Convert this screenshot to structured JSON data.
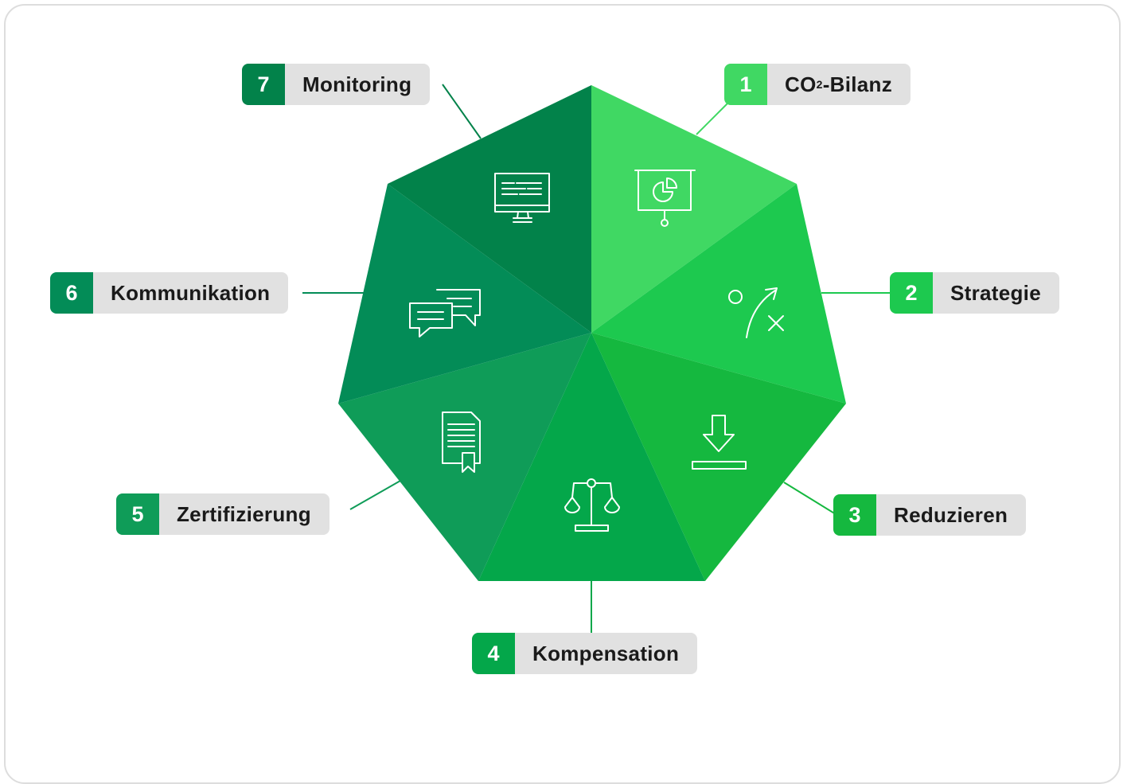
{
  "diagram": {
    "segments": [
      {
        "number": "1",
        "label": "CO",
        "label_sub": "2",
        "label_suffix": "-Bilanz",
        "color": "#40d863",
        "icon": "presentation-chart-icon"
      },
      {
        "number": "2",
        "label": "Strategie",
        "color": "#1dc94f",
        "icon": "strategy-play-icon"
      },
      {
        "number": "3",
        "label": "Reduzieren",
        "color": "#15b83f",
        "icon": "download-arrow-icon"
      },
      {
        "number": "4",
        "label": "Kompensation",
        "color": "#04a74a",
        "icon": "balance-scale-icon"
      },
      {
        "number": "5",
        "label": "Zertifizierung",
        "color": "#0f9c58",
        "icon": "certificate-icon"
      },
      {
        "number": "6",
        "label": "Kommunikation",
        "color": "#038c57",
        "icon": "chat-bubbles-icon"
      },
      {
        "number": "7",
        "label": "Monitoring",
        "color": "#02824a",
        "icon": "monitor-icon"
      }
    ],
    "label_background": "#e1e1e1"
  }
}
